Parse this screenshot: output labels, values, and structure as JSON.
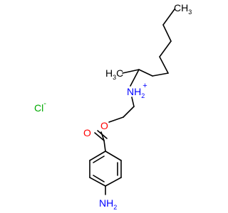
{
  "colors": {
    "bond": "#000000",
    "carbon": "#000000",
    "oxygen": "#ff0000",
    "nitrogen": "#0000ff",
    "chloride": "#00aa00"
  },
  "molecule": {
    "atoms": {
      "methyl_terminal": {
        "main": "CH",
        "sub": "3"
      },
      "methyl_branch": {
        "main": "H",
        "sub": "3",
        "prefix": "C"
      },
      "ammonium": {
        "main": "NH",
        "sub": "2",
        "charge": "+"
      },
      "ester_carbonyl_oxygen": {
        "main": "O"
      },
      "ester_oxygen": {
        "main": "O"
      },
      "amino": {
        "main": "NH",
        "sub": "2"
      },
      "chloride": {
        "main": "Cl",
        "charge": "-"
      }
    }
  }
}
